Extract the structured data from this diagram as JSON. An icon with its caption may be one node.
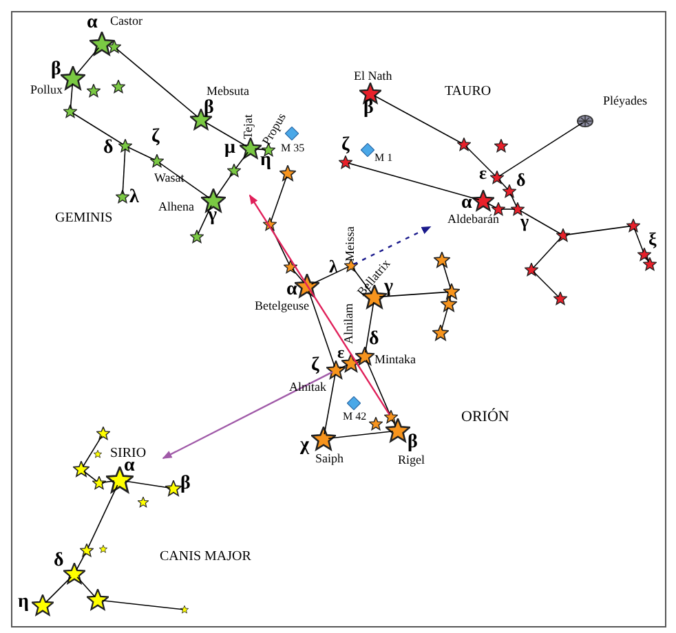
{
  "diagram": {
    "nodes": [
      {
        "text": [],
        "shape": "star",
        "beside": [
          "α",
          "Castor"
        ]
      },
      {
        "text": [],
        "shape": "star"
      },
      {
        "text": [],
        "shape": "star",
        "beside": [
          "β",
          "Pollux"
        ]
      },
      {
        "text": [],
        "shape": "star"
      },
      {
        "text": [],
        "shape": "star"
      },
      {
        "text": [],
        "shape": "star"
      },
      {
        "text": [],
        "shape": "star",
        "beside": [
          "δ"
        ]
      },
      {
        "text": [],
        "shape": "star",
        "beside": [
          "λ"
        ]
      },
      {
        "text": [],
        "shape": "star",
        "beside": [
          "ζ",
          "Wasat"
        ]
      },
      {
        "text": [],
        "shape": "star",
        "beside": [
          "β",
          "Mebsuta"
        ]
      },
      {
        "text": [],
        "shape": "star",
        "beside": [
          "γ",
          "Alhena"
        ]
      },
      {
        "text": [],
        "shape": "star"
      },
      {
        "text": [],
        "shape": "star"
      },
      {
        "text": [],
        "shape": "star",
        "beside": [
          "μ",
          "Tejat"
        ]
      },
      {
        "text": [],
        "shape": "star",
        "beside": [
          "η",
          "Propus"
        ]
      },
      {
        "text": [],
        "shape": "diamond",
        "beside": [
          "M 35"
        ]
      },
      {
        "text": [],
        "shape": "star",
        "beside": [
          "El Nath",
          "β"
        ]
      },
      {
        "text": [],
        "shape": "star",
        "beside": [
          "ζ"
        ]
      },
      {
        "text": [],
        "shape": "diamond",
        "beside": [
          "M 1"
        ]
      },
      {
        "text": [],
        "shape": "star"
      },
      {
        "text": [],
        "shape": "star"
      },
      {
        "text": [],
        "shape": "cluster",
        "beside": [
          "Pléyades"
        ]
      },
      {
        "text": [],
        "shape": "star",
        "beside": [
          "ε"
        ]
      },
      {
        "text": [],
        "shape": "star",
        "beside": [
          "δ"
        ]
      },
      {
        "text": [],
        "shape": "star",
        "beside": [
          "α",
          "Aldebarán"
        ]
      },
      {
        "text": [],
        "shape": "star"
      },
      {
        "text": [],
        "shape": "star",
        "beside": [
          "γ"
        ]
      },
      {
        "text": [],
        "shape": "star"
      },
      {
        "text": [],
        "shape": "star"
      },
      {
        "text": [],
        "shape": "star",
        "beside": [
          "ξ"
        ]
      },
      {
        "text": [],
        "shape": "star"
      },
      {
        "text": [],
        "shape": "star"
      },
      {
        "text": [],
        "shape": "star"
      },
      {
        "text": [],
        "shape": "star"
      },
      {
        "text": [],
        "shape": "star"
      },
      {
        "text": [],
        "shape": "star"
      },
      {
        "text": [],
        "shape": "star",
        "beside": [
          "α",
          "Betelgeuse"
        ]
      },
      {
        "text": [],
        "shape": "star",
        "beside": [
          "λ",
          "Meissa"
        ]
      },
      {
        "text": [],
        "shape": "star",
        "beside": [
          "Bellatrix",
          "γ"
        ]
      },
      {
        "text": [],
        "shape": "star"
      },
      {
        "text": [],
        "shape": "star"
      },
      {
        "text": [],
        "shape": "star"
      },
      {
        "text": [],
        "shape": "star"
      },
      {
        "text": [],
        "shape": "star",
        "beside": [
          "δ",
          "Mintaka"
        ]
      },
      {
        "text": [],
        "shape": "star",
        "beside": [
          "ε",
          "Alnilam"
        ]
      },
      {
        "text": [],
        "shape": "star",
        "beside": [
          "ζ",
          "Alnitak"
        ]
      },
      {
        "text": [],
        "shape": "diamond",
        "beside": [
          "M 42"
        ]
      },
      {
        "text": [],
        "shape": "star"
      },
      {
        "text": [],
        "shape": "star"
      },
      {
        "text": [],
        "shape": "star",
        "beside": [
          "β",
          "Rigel"
        ]
      },
      {
        "text": [],
        "shape": "star",
        "beside": [
          "χ",
          "Saiph"
        ]
      },
      {
        "text": [],
        "shape": "star"
      },
      {
        "text": [],
        "shape": "star"
      },
      {
        "text": [],
        "shape": "star"
      },
      {
        "text": [],
        "shape": "star"
      },
      {
        "text": [],
        "shape": "star",
        "beside": [
          "SIRIO",
          "α"
        ]
      },
      {
        "text": [],
        "shape": "star",
        "beside": [
          "β"
        ]
      },
      {
        "text": [],
        "shape": "star"
      },
      {
        "text": [],
        "shape": "star"
      },
      {
        "text": [],
        "shape": "star"
      },
      {
        "text": [],
        "shape": "star",
        "beside": [
          "δ"
        ]
      },
      {
        "text": [],
        "shape": "star",
        "beside": [
          "η"
        ]
      },
      {
        "text": [],
        "shape": "star"
      },
      {
        "text": [],
        "shape": "star"
      }
    ],
    "edges": [
      {
        "from": 0,
        "to": 2,
        "arrow": "none"
      },
      {
        "from": 1,
        "to": 9,
        "arrow": "none"
      },
      {
        "from": 9,
        "to": 13,
        "arrow": "none"
      },
      {
        "from": 2,
        "to": 5,
        "arrow": "none"
      },
      {
        "from": 5,
        "to": 6,
        "arrow": "none"
      },
      {
        "from": 6,
        "to": 7,
        "arrow": "none"
      },
      {
        "from": 6,
        "to": 8,
        "arrow": "none"
      },
      {
        "from": 8,
        "to": 10,
        "arrow": "none"
      },
      {
        "from": 10,
        "to": 11,
        "arrow": "none"
      },
      {
        "from": 10,
        "to": 12,
        "arrow": "none"
      },
      {
        "from": 12,
        "to": 13,
        "arrow": "none"
      },
      {
        "from": 13,
        "to": 14,
        "arrow": "none"
      },
      {
        "from": 16,
        "to": 19,
        "arrow": "none"
      },
      {
        "from": 19,
        "to": 22,
        "arrow": "none"
      },
      {
        "from": 22,
        "to": 23,
        "arrow": "none"
      },
      {
        "from": 23,
        "to": 26,
        "arrow": "none"
      },
      {
        "from": 26,
        "to": 27,
        "arrow": "none"
      },
      {
        "from": 17,
        "to": 24,
        "arrow": "none"
      },
      {
        "from": 24,
        "to": 25,
        "arrow": "none"
      },
      {
        "from": 25,
        "to": 26,
        "arrow": "none"
      },
      {
        "from": 22,
        "to": 21,
        "arrow": "none"
      },
      {
        "from": 27,
        "to": 28,
        "arrow": "none"
      },
      {
        "from": 28,
        "to": 29,
        "arrow": "none"
      },
      {
        "from": 29,
        "to": 30,
        "arrow": "none"
      },
      {
        "from": 27,
        "to": 31,
        "arrow": "none"
      },
      {
        "from": 31,
        "to": 32,
        "arrow": "none"
      },
      {
        "from": 33,
        "to": 34,
        "arrow": "none"
      },
      {
        "from": 34,
        "to": 35,
        "arrow": "none"
      },
      {
        "from": 35,
        "to": 36,
        "arrow": "none"
      },
      {
        "from": 36,
        "to": 37,
        "arrow": "none"
      },
      {
        "from": 37,
        "to": 38,
        "arrow": "none"
      },
      {
        "from": 38,
        "to": 40,
        "arrow": "none"
      },
      {
        "from": 40,
        "to": 39,
        "arrow": "none"
      },
      {
        "from": 40,
        "to": 41,
        "arrow": "none"
      },
      {
        "from": 41,
        "to": 42,
        "arrow": "none"
      },
      {
        "from": 36,
        "to": 45,
        "arrow": "none"
      },
      {
        "from": 38,
        "to": 43,
        "arrow": "none"
      },
      {
        "from": 43,
        "to": 44,
        "arrow": "none"
      },
      {
        "from": 44,
        "to": 45,
        "arrow": "none"
      },
      {
        "from": 45,
        "to": 50,
        "arrow": "none"
      },
      {
        "from": 50,
        "to": 49,
        "arrow": "none"
      },
      {
        "from": 43,
        "to": 48,
        "arrow": "none"
      },
      {
        "from": 48,
        "to": 49,
        "arrow": "none"
      },
      {
        "from": 51,
        "to": 53,
        "arrow": "none"
      },
      {
        "from": 53,
        "to": 54,
        "arrow": "none"
      },
      {
        "from": 54,
        "to": 55,
        "arrow": "none"
      },
      {
        "from": 55,
        "to": 56,
        "arrow": "none"
      },
      {
        "from": 55,
        "to": 58,
        "arrow": "none"
      },
      {
        "from": 58,
        "to": 60,
        "arrow": "none"
      },
      {
        "from": 60,
        "to": 61,
        "arrow": "none"
      },
      {
        "from": 60,
        "to": 62,
        "arrow": "none"
      },
      {
        "from": 62,
        "to": 63,
        "arrow": "none"
      },
      {
        "from": 48,
        "to": 12,
        "arrow": "to",
        "color": "#e0205a"
      },
      {
        "from": 45,
        "to": 55,
        "arrow": "to",
        "color": "#a05aa8"
      },
      {
        "from": 37,
        "to": 24,
        "arrow": "to",
        "style": "dashed",
        "color": "#1a1a8c"
      }
    ],
    "labels": [
      "GEMINIS",
      "TAURO",
      "ORIÓN",
      "CANIS MAJOR"
    ]
  }
}
